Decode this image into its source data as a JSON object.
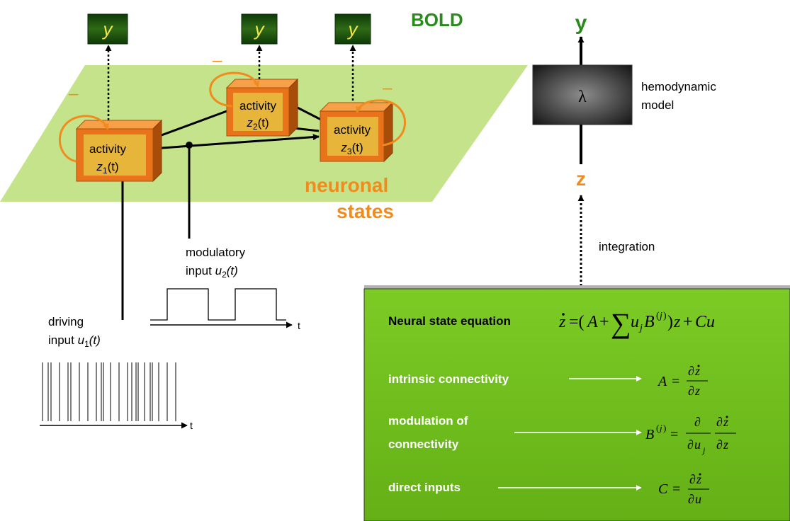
{
  "bold_label": "BOLD",
  "y_box_label": "y",
  "minus_sign": "–",
  "activity_label": "activity",
  "regions": [
    {
      "state": "z",
      "sub": "1",
      "arg": "(t)"
    },
    {
      "state": "z",
      "sub": "2",
      "arg": "(t)"
    },
    {
      "state": "z",
      "sub": "3",
      "arg": "(t)"
    }
  ],
  "neuronal_states": [
    "neuronal",
    "states"
  ],
  "modulatory_input": {
    "line1": "modulatory",
    "prefix": "input ",
    "var": "u",
    "sub": "2",
    "arg": "(t)"
  },
  "driving_input": {
    "line1": "driving",
    "prefix": "input ",
    "var": "u",
    "sub": "1",
    "arg": "(t)"
  },
  "time_axis_label": "t",
  "hemodynamic": {
    "y": "y",
    "z": "z",
    "lambda": "λ",
    "label_line1": "hemodynamic",
    "label_line2": "model",
    "integration": "integration"
  },
  "equations_panel": {
    "neural_state_equation": "Neural state equation",
    "rows": [
      {
        "label": "intrinsic connectivity"
      },
      {
        "label_line1": "modulation of",
        "label_line2": "connectivity"
      },
      {
        "label": "direct inputs"
      }
    ]
  },
  "colors": {
    "plane": "#c5e38a",
    "y_box": "#1f4f0a",
    "y_text": "#f2e64a",
    "bold": "#2b8a1e",
    "orange": "#f08c1e",
    "box_face": "#e6b53a",
    "panel": "#74c21f"
  }
}
